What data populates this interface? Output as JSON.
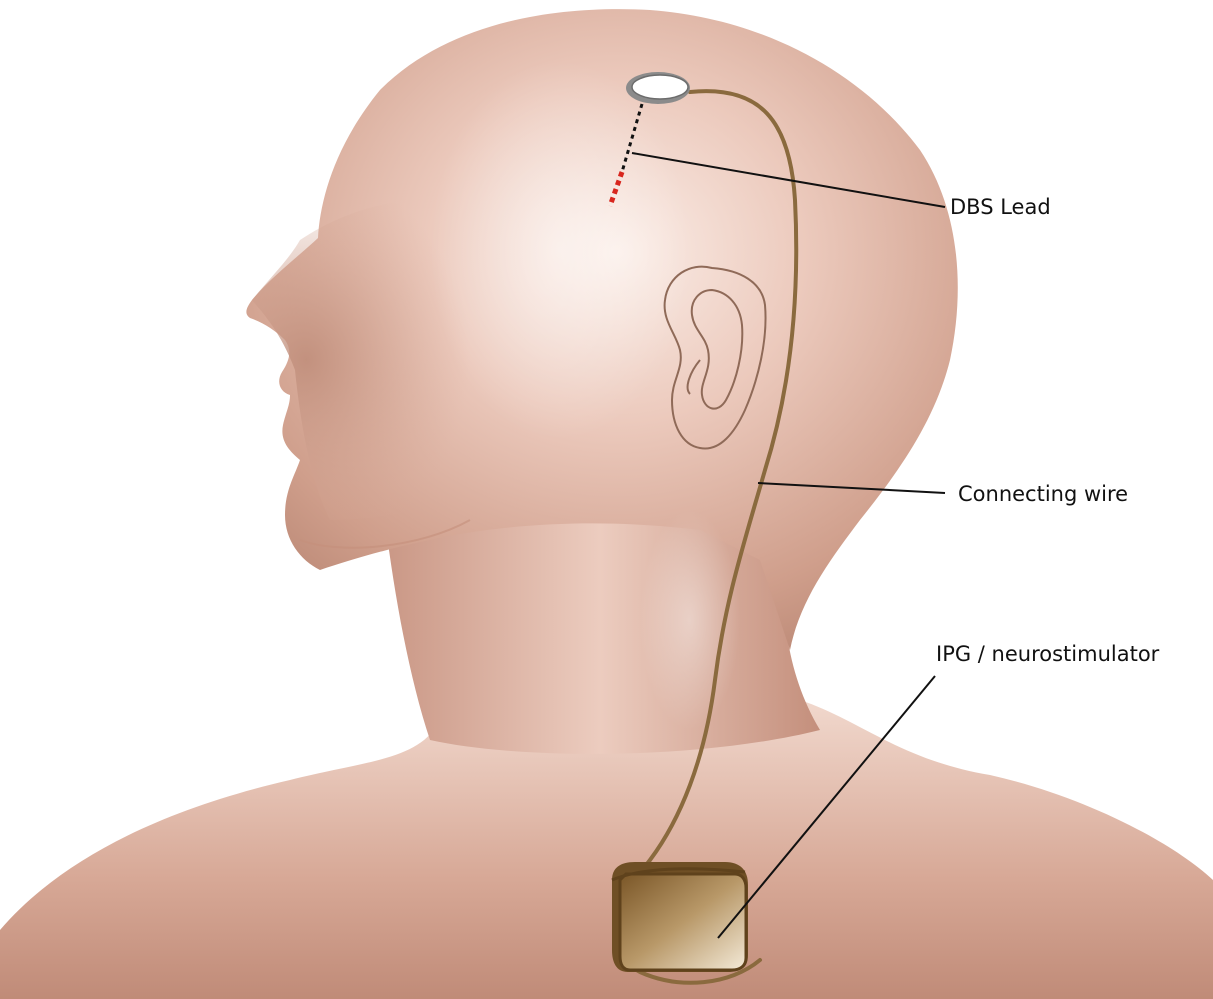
{
  "labels": {
    "dbs_lead": "DBS Lead",
    "connecting_wire": "Connecting wire",
    "ipg": "IPG / neurostimulator"
  },
  "colors": {
    "skin_light": "#f3ddd3",
    "skin_mid": "#ddb1a0",
    "skin_dark": "#b07f6d",
    "wire": "#8a6a3e",
    "ipg_body": "#8f6c3a",
    "lead_contacts": "#d8261e",
    "callout_line": "#111111",
    "background": "#ffffff"
  }
}
